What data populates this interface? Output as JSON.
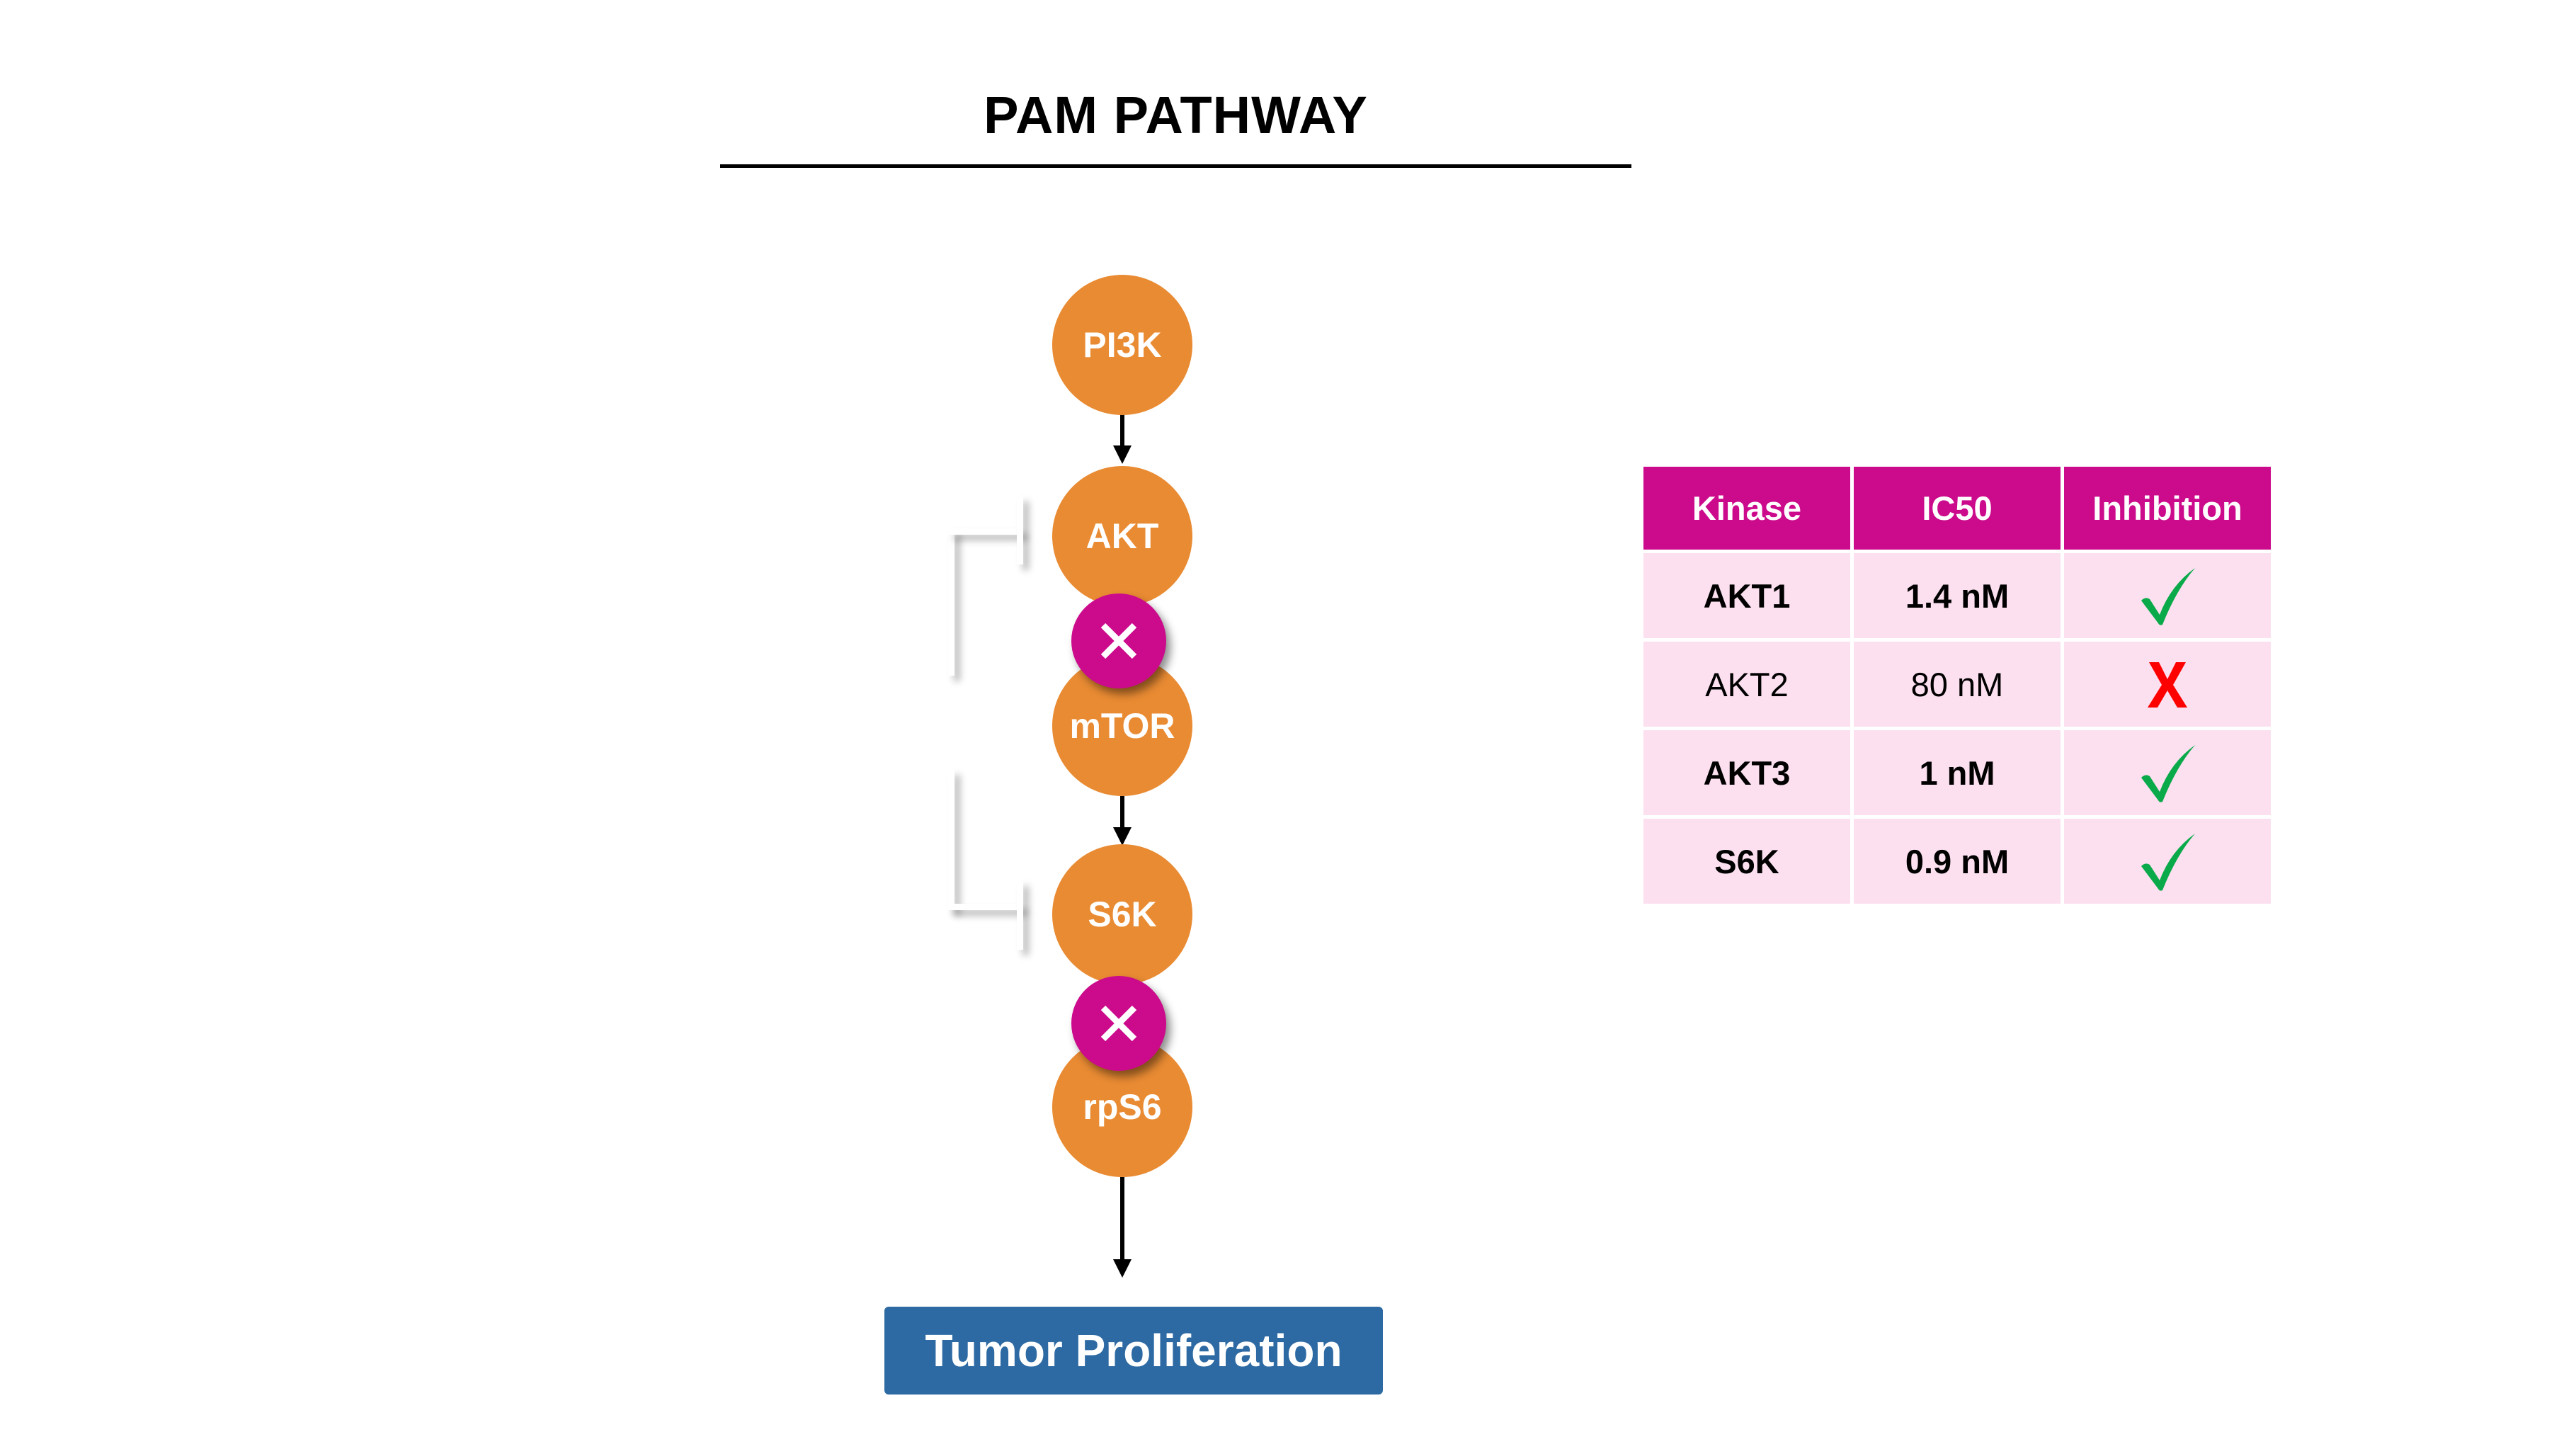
{
  "title": "PAM PATHWAY",
  "pathway": {
    "nodes": [
      {
        "id": "pi3k",
        "label": "PI3K"
      },
      {
        "id": "akt",
        "label": "AKT"
      },
      {
        "id": "mtor",
        "label": "mTOR"
      },
      {
        "id": "s6k",
        "label": "S6K"
      },
      {
        "id": "rps6",
        "label": "rpS6"
      }
    ],
    "inhibition_markers": [
      {
        "between": [
          "AKT",
          "mTOR"
        ],
        "icon": "x-icon"
      },
      {
        "between": [
          "S6K",
          "rpS6"
        ],
        "icon": "x-icon"
      }
    ],
    "feedback_bracket": {
      "from": "S6K",
      "to": "AKT",
      "type": "inhibition"
    },
    "outcome": "Tumor Proliferation"
  },
  "table": {
    "headers": [
      "Kinase",
      "IC50",
      "Inhibition"
    ],
    "rows": [
      {
        "kinase": "AKT1",
        "ic50": "1.4 nM",
        "inhibition": "check-icon",
        "bold": true
      },
      {
        "kinase": "AKT2",
        "ic50": "80 nM",
        "inhibition": "cross-icon",
        "bold": false
      },
      {
        "kinase": "AKT3",
        "ic50": "1 nM",
        "inhibition": "check-icon",
        "bold": true
      },
      {
        "kinase": "S6K",
        "ic50": "0.9 nM",
        "inhibition": "check-icon",
        "bold": true
      }
    ]
  },
  "colors": {
    "node": "#E98B33",
    "inhibitor": "#CC0A8C",
    "outcome": "#2D6AA3",
    "table_header": "#CC0A8C",
    "table_row": "#FCE0EF",
    "check": "#0AAA4A",
    "cross": "#FF0000"
  }
}
